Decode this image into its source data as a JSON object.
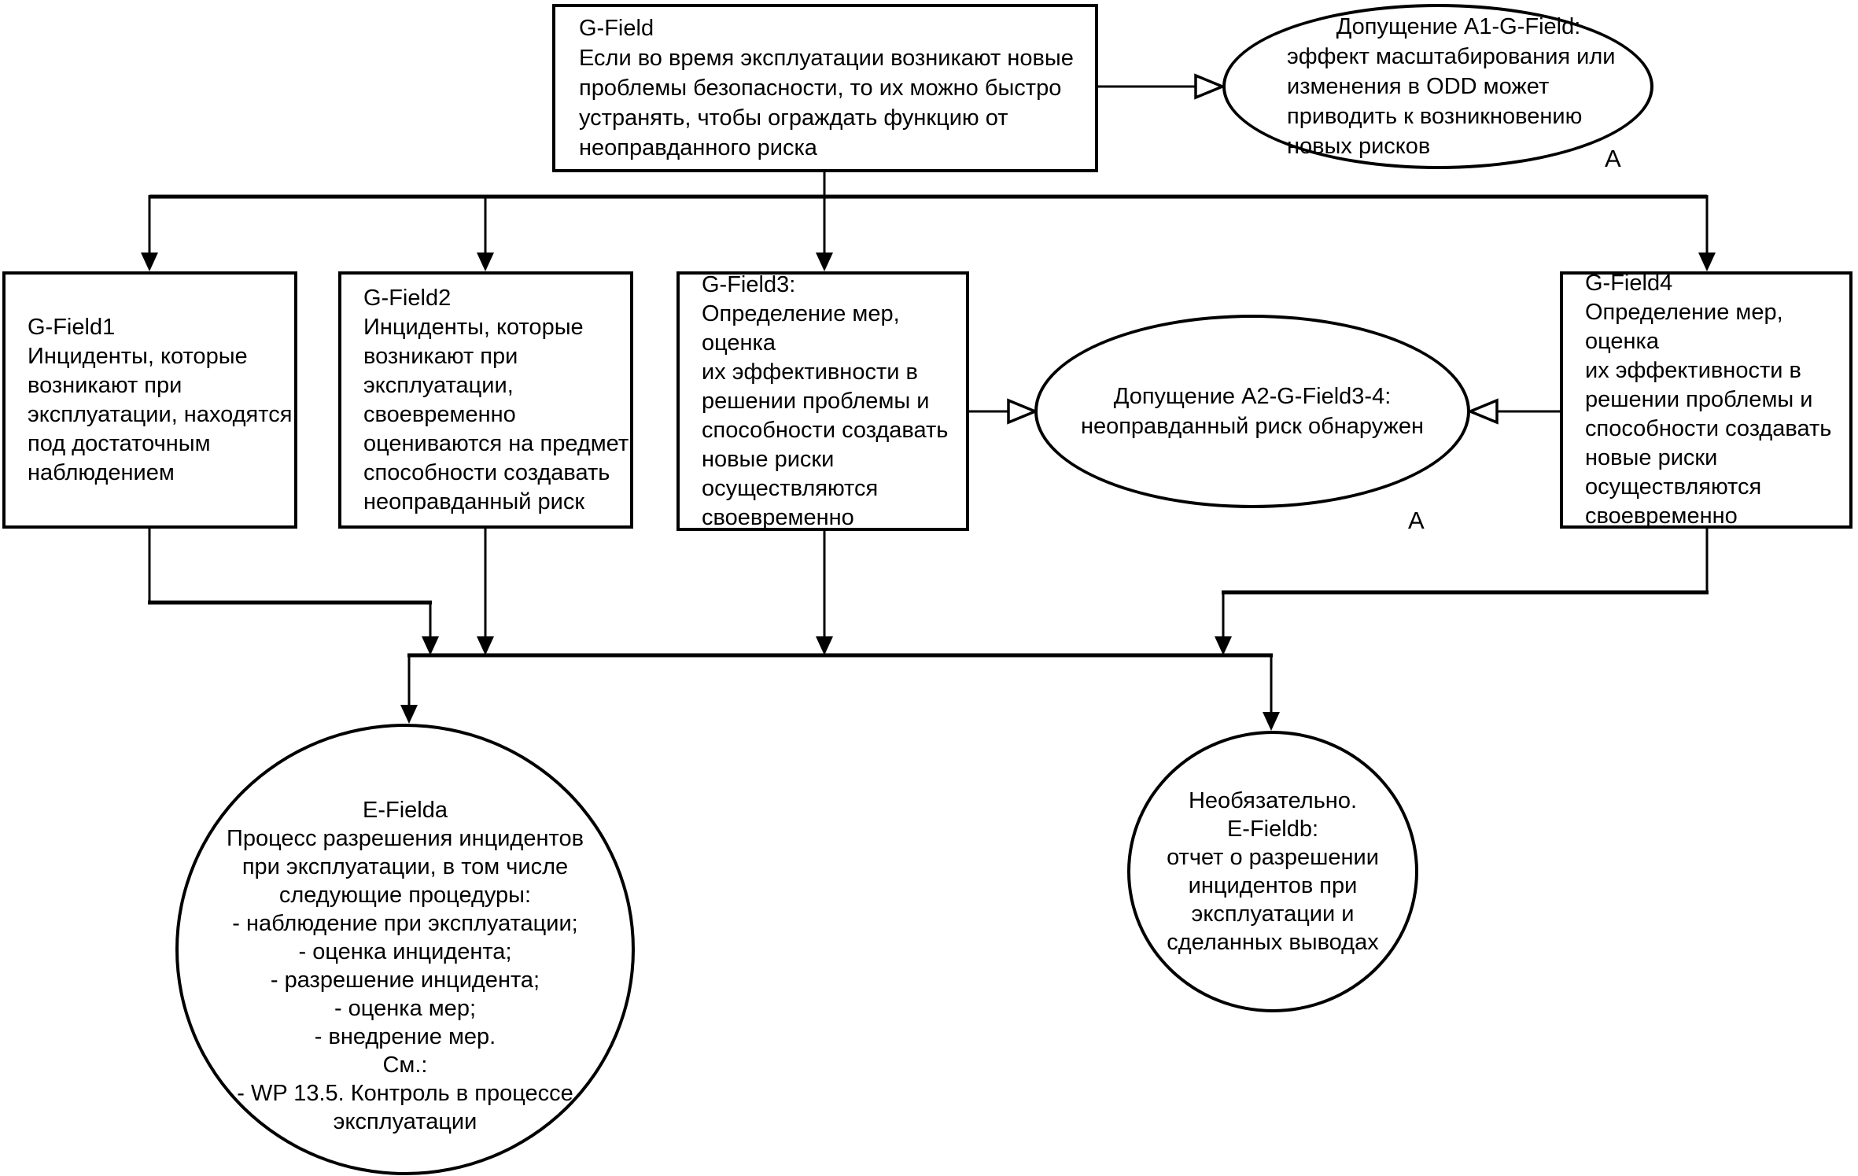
{
  "meta": {
    "background_color": "#ffffff",
    "line_color": "#000000",
    "diagram_type": "flowchart"
  },
  "nodes": {
    "g_field": {
      "text": "G-Field\nЕсли во время эксплуатации возникают новые\nпроблемы безопасности, то их можно быстро\nустранять, чтобы ограждать  функцию от\nнеоправданного риска"
    },
    "a1": {
      "title": "Допущение A1-G-Field:",
      "body": "эффект масштабирования или\nизменения в ODD может\nприводить к возникновению\nновых рисков",
      "corner_label": "A"
    },
    "g_field1": {
      "text": "G-Field1\nИнциденты, которые\nвозникают при\nэксплуатации, находятся\nпод достаточным\nнаблюдением"
    },
    "g_field2": {
      "text": "G-Field2\nИнциденты, которые\nвозникают при\nэксплуатации,\nсвоевременно\nоцениваются на предмет\nспособности создавать\nнеоправданный риск"
    },
    "g_field3": {
      "text": "G-Field3:\nОпределение мер, оценка\nих эффективности в\nрешении проблемы и\nспособности создавать\nновые риски\nосуществляются\nсвоевременно"
    },
    "g_field4": {
      "text": "G-Field4\nОпределение мер, оценка\nих эффективности в\nрешении проблемы и\nспособности создавать\nновые риски\nосуществляются\nсвоевременно"
    },
    "a2": {
      "text": "Допущение A2-G-Field3-4:\nнеоправданный риск обнаружен",
      "corner_label": "A"
    },
    "e_fielda": {
      "text": "E-Fielda\nПроцесс разрешения инцидентов\nпри эксплуатации, в том числе\nследующие процедуры:\n- наблюдение при эксплуатации;\n- оценка инцидента;\n- разрешение инцидента;\n- оценка мер;\n- внедрение мер.\nСм.:\n- WP 13.5. Контроль в процессе\nэксплуатации"
    },
    "e_fieldb": {
      "text": "Необязательно.\nE-Fieldb:\nотчет о разрешении\nинцидентов при\nэксплуатации и\nсделанных выводах"
    }
  }
}
